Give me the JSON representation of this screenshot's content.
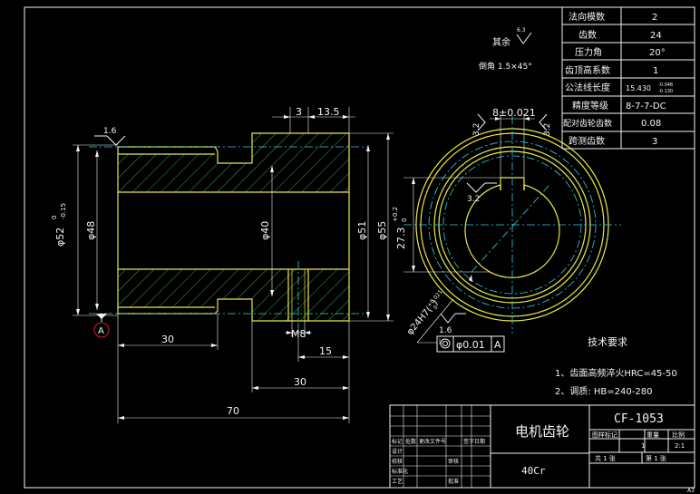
{
  "gear_params": [
    {
      "label": "法向模数",
      "value": "2"
    },
    {
      "label": "齿数",
      "value": "24"
    },
    {
      "label": "压力角",
      "value": "20°"
    },
    {
      "label": "齿顶高系数",
      "value": "1"
    },
    {
      "label": "公法线长度",
      "value": "15.430",
      "sup": "-0.048",
      "sub": "-0.130"
    },
    {
      "label": "精度等级",
      "value": "8-7-7-DC"
    },
    {
      "label": "配对齿轮齿数",
      "value": "0.08"
    },
    {
      "label": "跨测齿数",
      "value": "3"
    }
  ],
  "notes": {
    "rest": "其余",
    "rest_rough": "6.3",
    "chamfer": "倒角 1.5×45°"
  },
  "dims": {
    "d52": "φ52",
    "d52_up": "0",
    "d52_low": "-0.15",
    "d48": "φ48",
    "d40": "φ40",
    "d51": "φ51",
    "d55": "φ55",
    "r_16": "1.6",
    "w3": "3",
    "w135": "13.5",
    "h30a": "30",
    "h30b": "30",
    "h15": "15",
    "h70": "70",
    "m8": "M8",
    "datum": "A",
    "key_width": "8±0.021",
    "r32a": "3.2",
    "r32b": "3.2",
    "r32c": "3.2",
    "r_16b": "1.6",
    "keydepth": "27.3",
    "keydepth_up": "+0.2",
    "keydepth_low": "0",
    "bore": "φ24H7(",
    "bore_tol": "+0.021",
    "bore_tol2": "0",
    "bore_close": ")",
    "fcf_tol": "φ0.01",
    "fcf_datum": "A"
  },
  "tech": {
    "title": "技术要求",
    "item1": "1、齿面高频淬火HRC=45-50",
    "item2": "2、调质: HB=240-280"
  },
  "title_block": {
    "part_name": "电机齿轮",
    "drawing_no": "CF-1053",
    "material": "40Cr",
    "stage_mark": "图样标记",
    "weight": "重量",
    "scale": "比例",
    "scale_value": "2:1",
    "qty_value": "1",
    "sheets_total": "共 1 张",
    "sheet_no": "第 1 张",
    "rev_mark": "标记",
    "rev_count": "处数",
    "rev_doc": "更改文件号",
    "rev_sign": "签字",
    "rev_date": "日期",
    "designer": "设计",
    "checker": "校核",
    "std": "标准化",
    "process": "工艺",
    "reviewer": "审核",
    "approver": "批准"
  },
  "sheet_size": "A3"
}
